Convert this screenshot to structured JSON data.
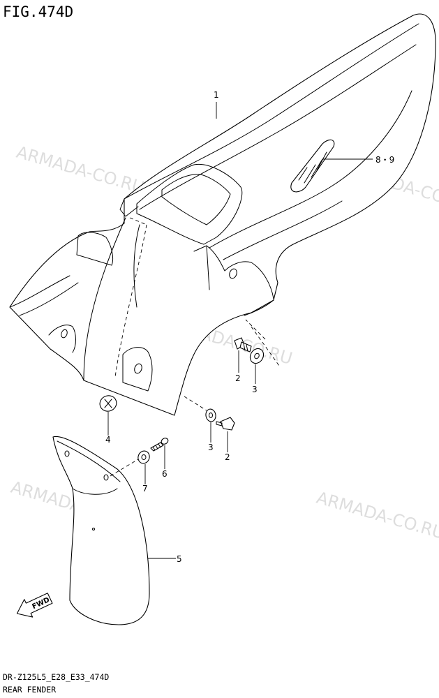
{
  "title": "FIG.474D",
  "watermark": "ARMADA-CO.RU",
  "callouts": {
    "fender": "1",
    "bolt_right": "2",
    "washer_right": "3",
    "grommet": "4",
    "bolt_lower": "2",
    "washer_lower": "3",
    "flap": "5",
    "screw": "6",
    "washer_small": "7",
    "emblem": "8・9"
  },
  "direction_label": "FWD",
  "footer": {
    "code": "DR-Z125L5_E28_E33_474D",
    "name": "REAR FENDER"
  }
}
